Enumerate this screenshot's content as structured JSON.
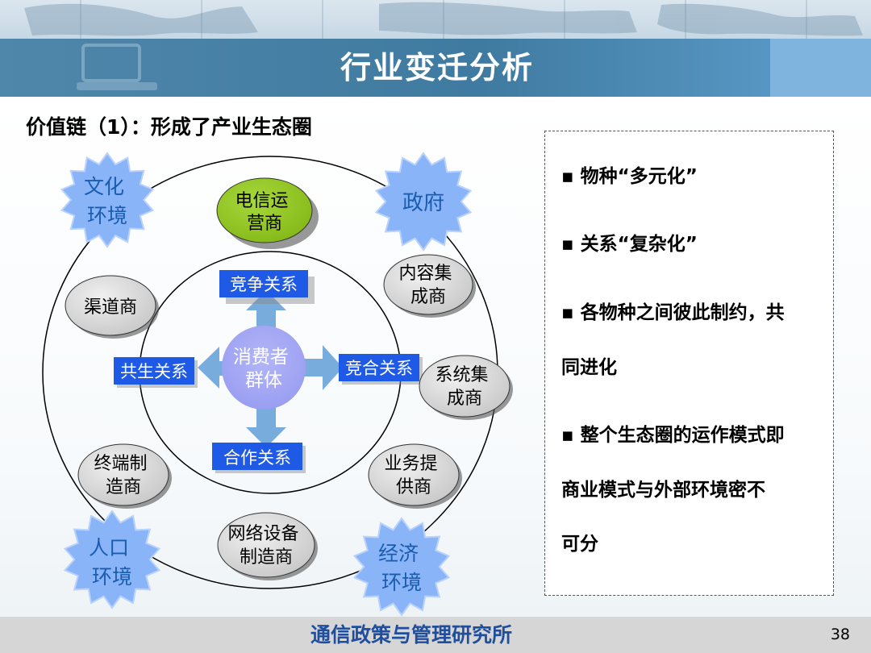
{
  "header": {
    "title": "行业变迁分析"
  },
  "subtitle": "价值链（1）：形成了产业生态圈",
  "diagram": {
    "center": [
      "消费者",
      "群体"
    ],
    "relations": {
      "up": "竞争关系",
      "right": "竞合关系",
      "down": "合作关系",
      "left": "共生关系"
    },
    "carrier": [
      "电信运",
      "营商"
    ],
    "players": {
      "content_integrator": [
        "内容集",
        "成商"
      ],
      "channel": [
        "渠道商"
      ],
      "system_integrator": [
        "系统集",
        "成商"
      ],
      "terminal_maker": [
        "终端制",
        "造商"
      ],
      "service_provider": [
        "业务提",
        "供商"
      ],
      "network_equipment": [
        "网络设备",
        "制造商"
      ]
    },
    "environments": {
      "culture": [
        "文化",
        "环境"
      ],
      "government": [
        "政府"
      ],
      "population": [
        "人口",
        "环境"
      ],
      "economy": [
        "经济",
        "环境"
      ]
    },
    "colors": {
      "relation_box": "#1e5ae6",
      "center": "#9a9ef2",
      "carrier": "#8dc21f",
      "star": "#8ab4f8",
      "player": "#d0d0d0",
      "arrow": "#78acdc"
    }
  },
  "side": {
    "b1": "物种“多元化”",
    "b2": "关系“复杂化”",
    "b3": "各物种之间彼此制约，共",
    "b3_cont": "同进化",
    "b4": "整个生态圈的运作模式即",
    "b4_cont": "商业模式与外部环境密不",
    "b4_cont2": "可分"
  },
  "footer": {
    "org": "通信政策与管理研究所",
    "page": "38"
  }
}
